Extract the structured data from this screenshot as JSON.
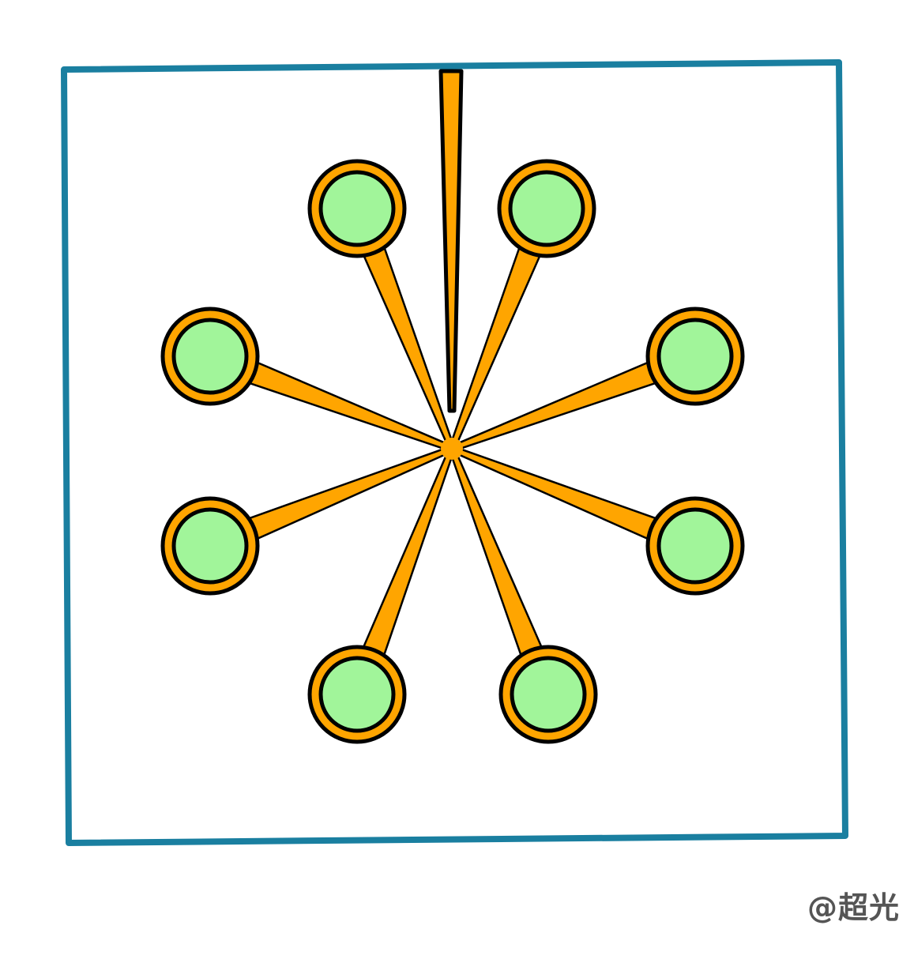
{
  "watermark": "@超光",
  "colors": {
    "frame": "#1a7fa0",
    "outline": "#000000",
    "spoke": "#ffa500",
    "node_fill": "#a1f59a",
    "background": "#ffffff"
  },
  "diagram": {
    "spoke_count": 8,
    "node_count": 8,
    "stem_from_top": true
  }
}
